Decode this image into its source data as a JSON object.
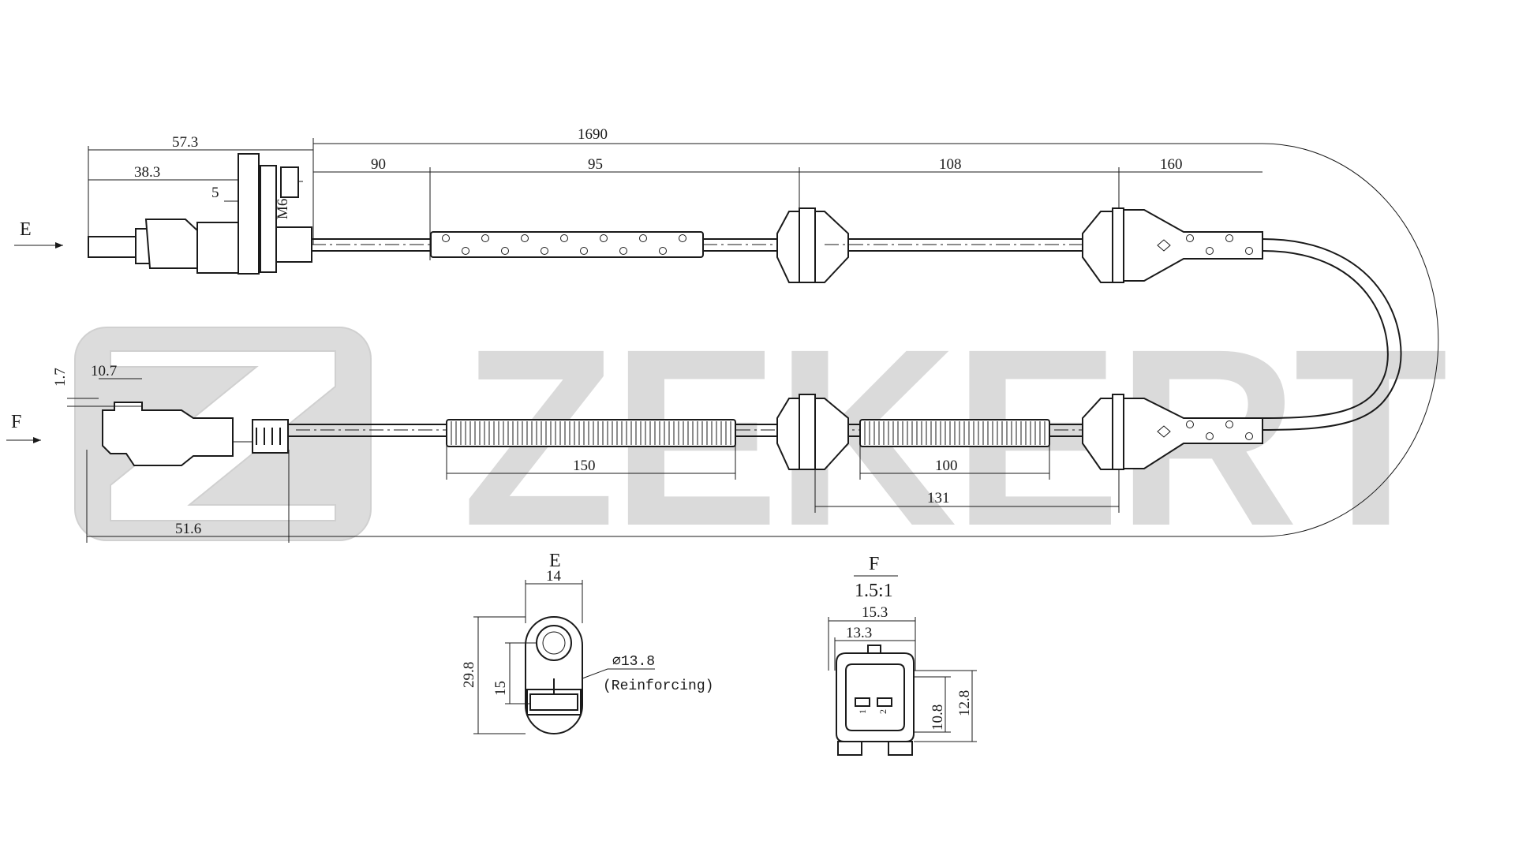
{
  "watermark": {
    "brand": "ZEKERT"
  },
  "views": {
    "E": {
      "label": "E"
    },
    "F": {
      "label": "F",
      "scale": "1.5:1"
    }
  },
  "dimensions": {
    "total_length": "1690",
    "connector_width": "57.3",
    "connector_inner": "38.3",
    "gap_small": "5",
    "thread": "M6",
    "seg_90": "90",
    "seg_95": "95",
    "seg_108": "108",
    "seg_160": "160",
    "f_offset": "1.7",
    "f_width": "10.7",
    "f_length": "51.6",
    "sleeve_150": "150",
    "sleeve_100": "100",
    "seg_131": "131",
    "e_width": "14",
    "e_height": "29.8",
    "e_hole": "15",
    "e_diameter": "⌀13.8",
    "e_note": "(Reinforcing)",
    "f_total": "15.3",
    "f_inner": "13.3",
    "f_h1": "10.8",
    "f_h2": "12.8",
    "pin_1": "1",
    "pin_2": "2"
  },
  "arrows": {
    "E": "E",
    "F": "F"
  }
}
